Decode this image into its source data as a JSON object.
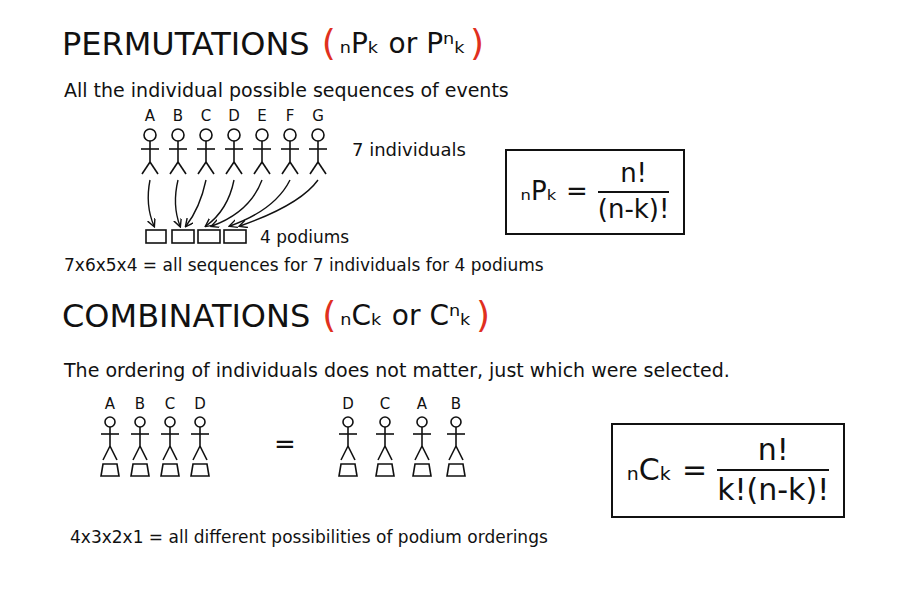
{
  "diagram": {
    "nodes": [
      {
        "text": [
          "ₙPₖ =",
          "n!",
          "(n-k)!"
        ]
      },
      {
        "text": [
          "ₙCₖ =",
          "n!",
          "k!(n-k)!"
        ]
      }
    ],
    "labels": [
      "PERMUTATIONS",
      "(",
      "ₙPₖ or Pⁿₖ",
      ")",
      "All the individual possible sequences of events",
      "A",
      "B",
      "C",
      "D",
      "E",
      "F",
      "G",
      "7 individuals",
      "4 podiums",
      "7x6x5x4 = all sequences for 7 individuals for 4 podiums",
      "COMBINATIONS",
      "(",
      "ₙCₖ or Cⁿₖ",
      ")",
      "The ordering of individuals does not matter, just which were selected.",
      "A",
      "B",
      "C",
      "D",
      "=",
      "D",
      "C",
      "A",
      "B",
      "4x3x2x1 = all different possibilities of podium orderings"
    ]
  }
}
